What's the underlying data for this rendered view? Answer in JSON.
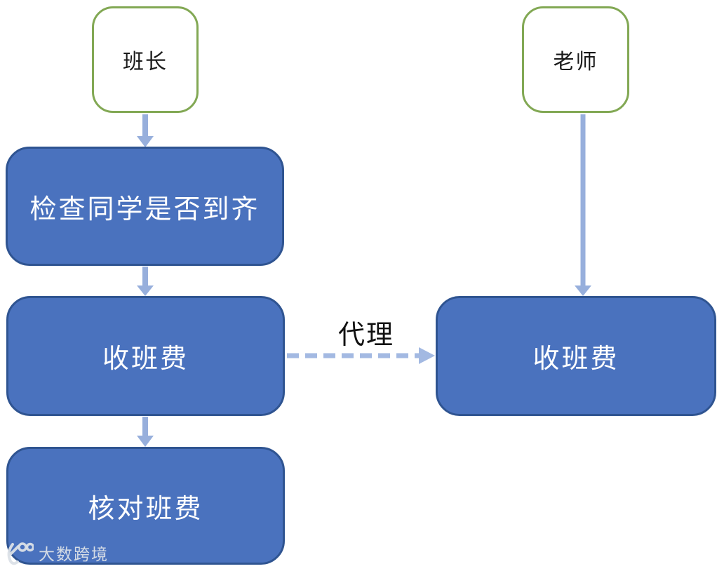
{
  "diagram": {
    "actors": [
      {
        "label": "班长"
      },
      {
        "label": "老师"
      }
    ],
    "processes": [
      {
        "label": "检查同学是否到齐"
      },
      {
        "label": "收班费"
      },
      {
        "label": "核对班费"
      },
      {
        "label": "收班费"
      }
    ],
    "edges": [
      {
        "from": "班长",
        "to": "检查同学是否到齐",
        "style": "solid",
        "label": ""
      },
      {
        "from": "检查同学是否到齐",
        "to": "收班费",
        "style": "solid",
        "label": ""
      },
      {
        "from": "收班费",
        "to": "核对班费",
        "style": "solid",
        "label": ""
      },
      {
        "from": "老师",
        "to": "收班费",
        "style": "solid",
        "label": ""
      },
      {
        "from": "收班费",
        "to": "收班费",
        "style": "dashed",
        "label": "代理"
      }
    ],
    "colors": {
      "process_fill": "#4a72be",
      "process_border": "#2f5491",
      "actor_border": "#82a854",
      "arrow_solid": "#97afdc",
      "arrow_dashed": "#a3b9e2",
      "process_text": "#ffffff",
      "dark_text": "#1a1a1a"
    },
    "watermark": {
      "text": "大数跨境"
    }
  }
}
